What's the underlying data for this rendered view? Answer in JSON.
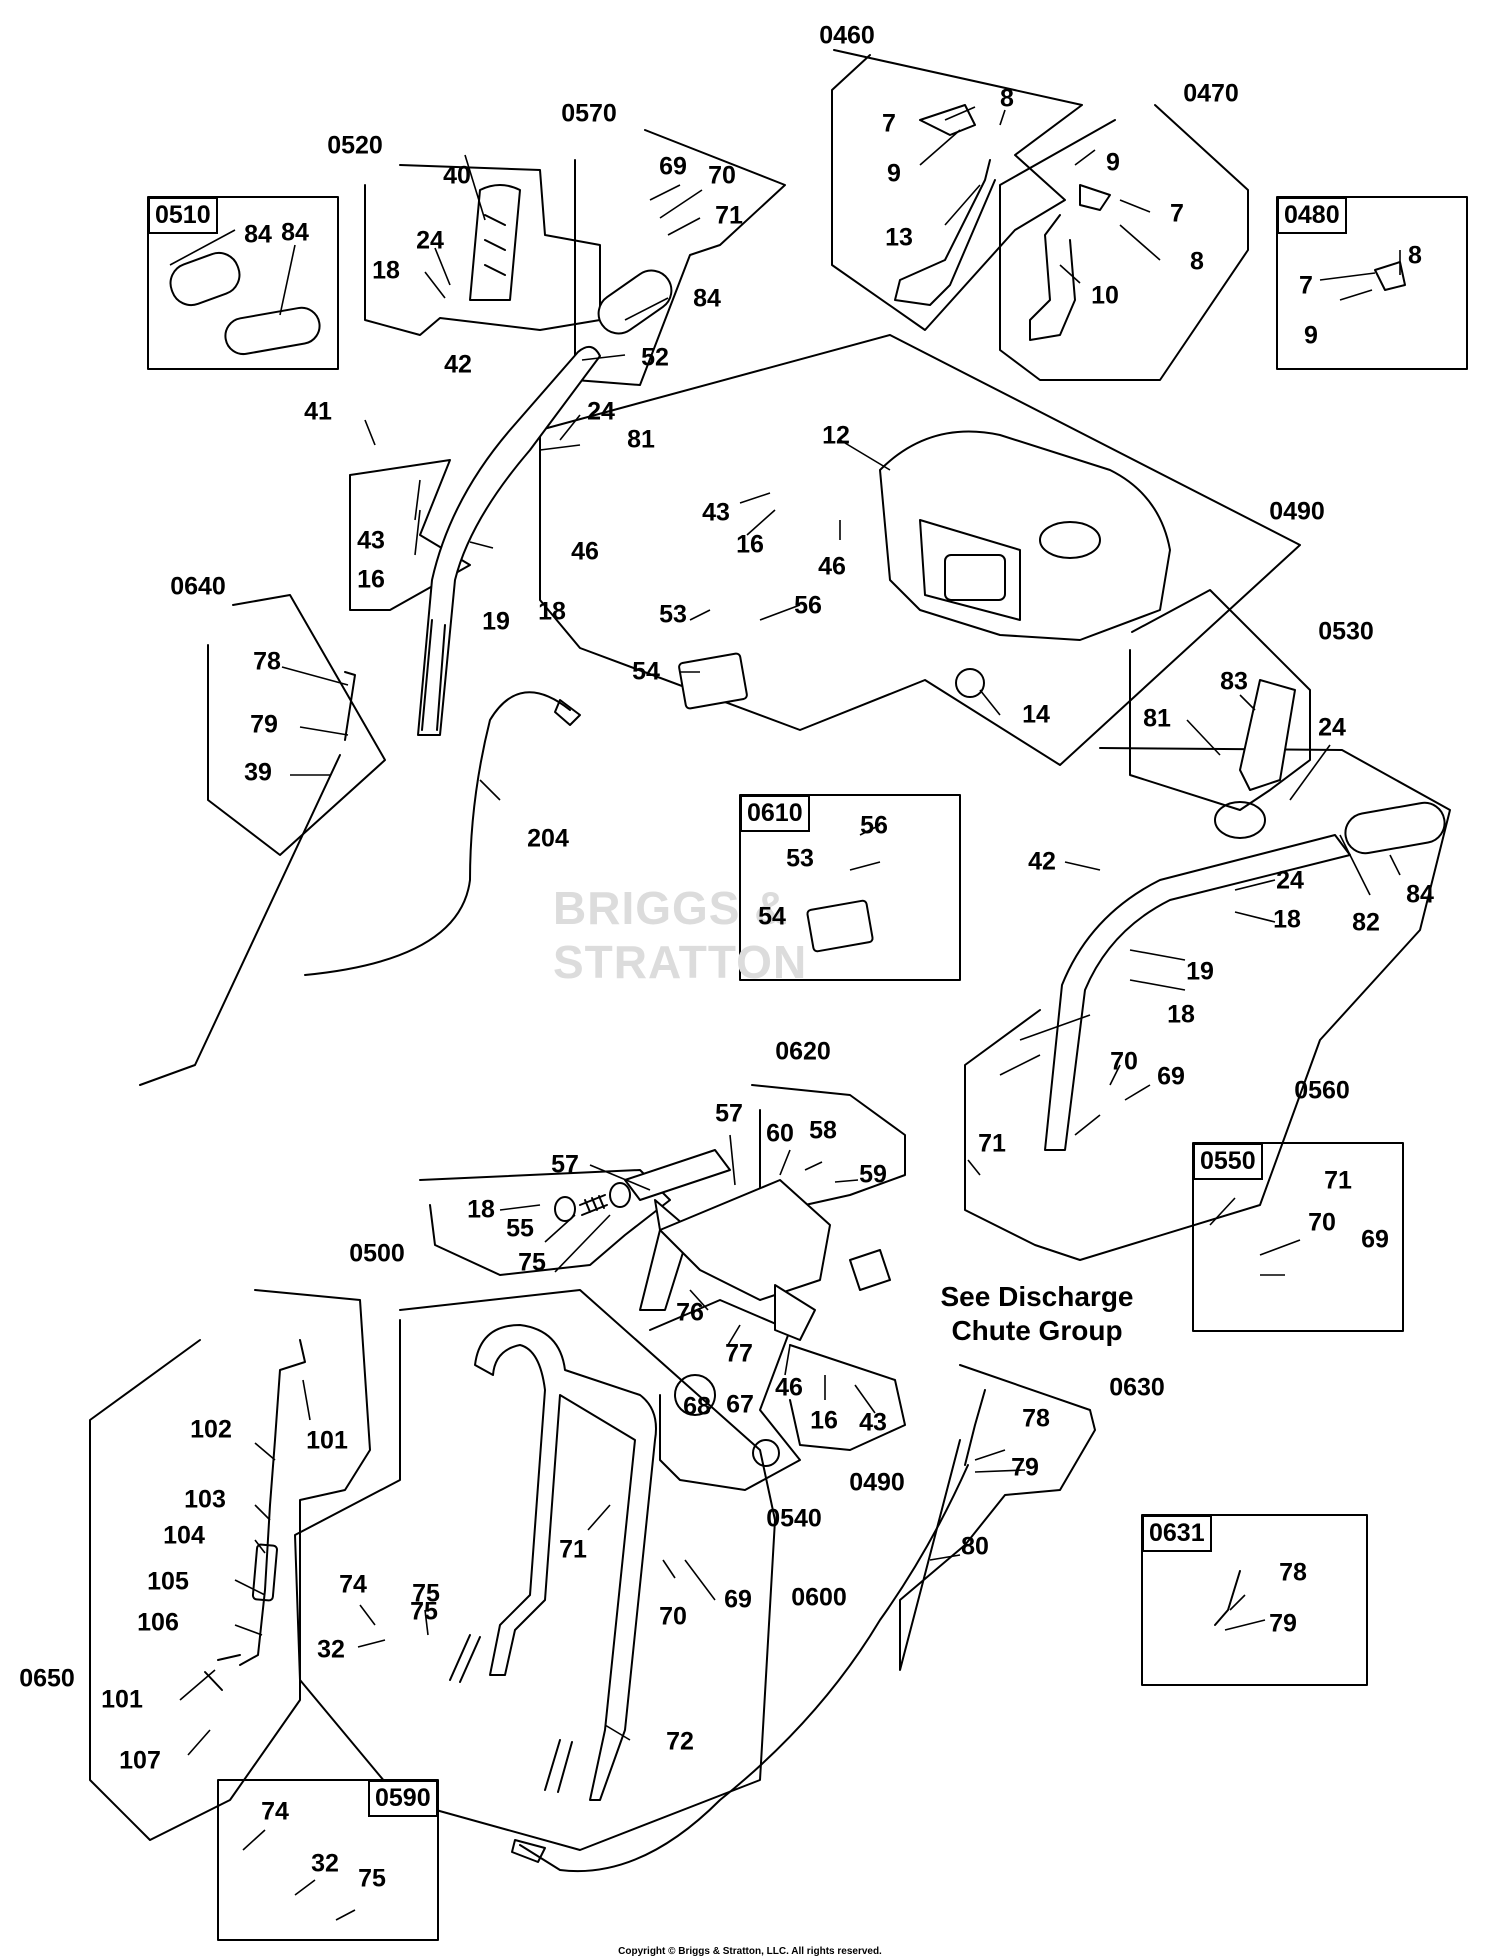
{
  "watermark": "BRIGGS & STRATTON",
  "copyright": "Copyright © Briggs & Stratton, LLC. All rights reserved.",
  "note": "See Discharge\nChute Group",
  "boxed_groups": [
    "0510",
    "0480",
    "0610",
    "0550",
    "0631",
    "0590"
  ],
  "group_labels": [
    "0460",
    "0470",
    "0570",
    "0520",
    "0490",
    "0640",
    "0530",
    "0620",
    "0560",
    "0500",
    "0630",
    "0490",
    "0540",
    "0600",
    "0650"
  ],
  "part_labels": [
    "7",
    "8",
    "9",
    "13",
    "9",
    "7",
    "8",
    "10",
    "7",
    "8",
    "9",
    "69",
    "70",
    "71",
    "84",
    "40",
    "24",
    "18",
    "84",
    "84",
    "42",
    "52",
    "41",
    "24",
    "81",
    "12",
    "43",
    "16",
    "46",
    "43",
    "16",
    "19",
    "18",
    "46",
    "53",
    "56",
    "54",
    "14",
    "78",
    "79",
    "39",
    "204",
    "83",
    "81",
    "24",
    "42",
    "24",
    "18",
    "82",
    "84",
    "19",
    "18",
    "56",
    "53",
    "54",
    "70",
    "69",
    "71",
    "71",
    "70",
    "69",
    "57",
    "60",
    "58",
    "59",
    "57",
    "18",
    "55",
    "75",
    "75",
    "76",
    "77",
    "46",
    "16",
    "43",
    "68",
    "67",
    "78",
    "79",
    "102",
    "101",
    "103",
    "104",
    "105",
    "106",
    "101",
    "107",
    "71",
    "74",
    "75",
    "32",
    "70",
    "69",
    "72",
    "80",
    "78",
    "79",
    "74",
    "32",
    "75"
  ],
  "icons": {
    "parts_diagram": "exploded-view-drawing",
    "callout_leader": "leader-line"
  }
}
